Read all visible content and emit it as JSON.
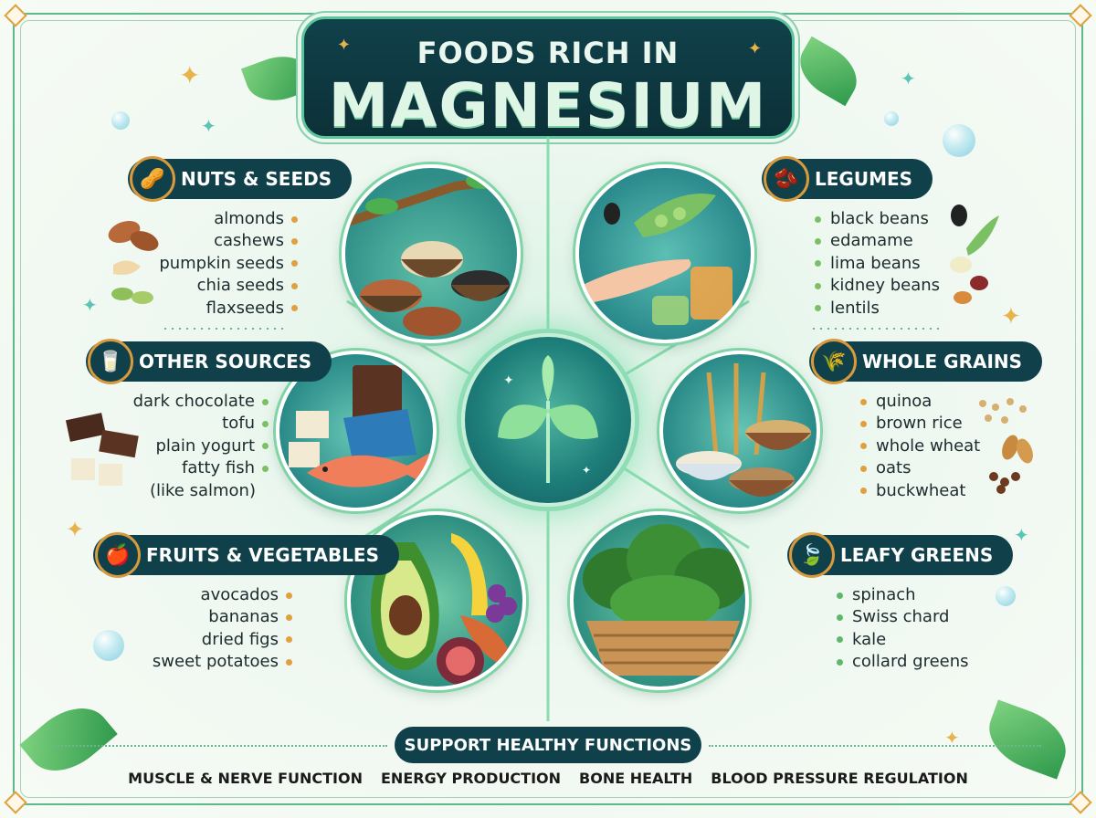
{
  "title": {
    "line1": "FOODS RICH IN",
    "line2": "MAGNESIUM"
  },
  "categories": {
    "nuts_seeds": {
      "label": "NUTS & SEEDS",
      "icon": "almond-icon",
      "dot_color": "#e0a040",
      "items": [
        "almonds",
        "cashews",
        "pumpkin seeds",
        "chia seeds",
        "flaxseeds"
      ]
    },
    "legumes": {
      "label": "LEGUMES",
      "icon": "bean-icon",
      "dot_color": "#7cc064",
      "items": [
        "black beans",
        "edamame",
        "lima beans",
        "kidney beans",
        "lentils"
      ]
    },
    "other_sources": {
      "label": "OTHER SOURCES",
      "icon": "yogurt-cup-icon",
      "dot_color": "#7cc064",
      "items": [
        "dark chocolate",
        "tofu",
        "plain yogurt",
        "fatty fish"
      ],
      "note": "(like salmon)"
    },
    "whole_grains": {
      "label": "WHOLE GRAINS",
      "icon": "wheat-icon",
      "dot_color": "#e0a040",
      "items": [
        "quinoa",
        "brown rice",
        "whole wheat",
        "oats",
        "buckwheat"
      ]
    },
    "fruits_vegetables": {
      "label": "FRUITS & VEGETABLES",
      "icon": "apple-icon",
      "dot_color": "#e0a040",
      "items": [
        "avocados",
        "bananas",
        "dried figs",
        "sweet potatoes"
      ]
    },
    "leafy_greens": {
      "label": "LEAFY GREENS",
      "icon": "leaf-icon",
      "dot_color": "#5fb86a",
      "items": [
        "spinach",
        "Swiss chard",
        "kale",
        "collard greens"
      ]
    }
  },
  "bottom": {
    "heading": "SUPPORT HEALTHY FUNCTIONS",
    "functions": [
      "MUSCLE & NERVE FUNCTION",
      "ENERGY PRODUCTION",
      "BONE HEALTH",
      "BLOOD PRESSURE REGULATION"
    ]
  },
  "colors": {
    "navy": "#10414a",
    "accent_green": "#5cc49a",
    "accent_orange": "#e0a040"
  }
}
